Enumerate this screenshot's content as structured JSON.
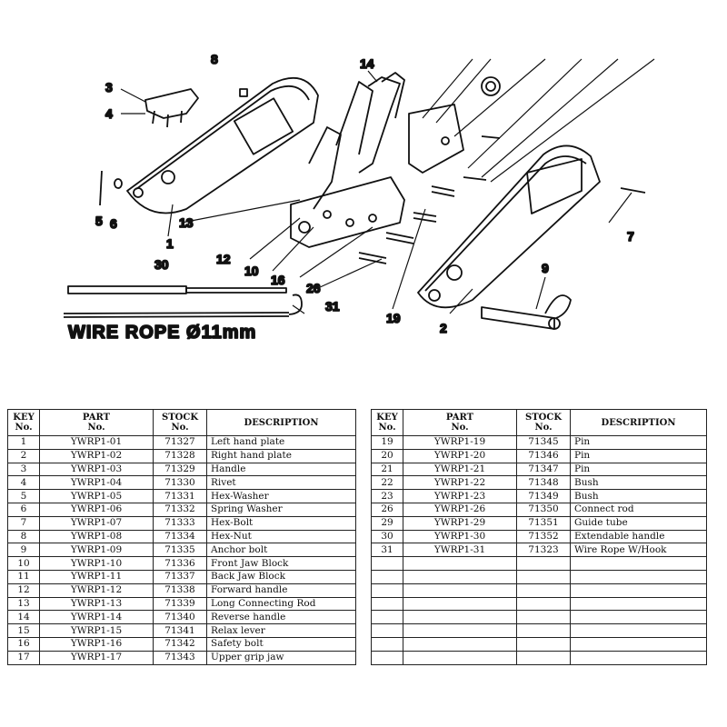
{
  "diagram": {
    "callouts": [
      "1",
      "2",
      "3",
      "4",
      "5",
      "6",
      "7",
      "8",
      "9",
      "10",
      "12",
      "13",
      "14",
      "16",
      "19",
      "26",
      "30",
      "31"
    ],
    "rope_label": "WIRE ROPE  Ø11mm"
  },
  "table": {
    "headers": {
      "key": [
        "KEY",
        "No."
      ],
      "part": [
        "PART",
        "No."
      ],
      "stock": [
        "STOCK",
        "No."
      ],
      "description": "DESCRIPTION"
    },
    "left_rows": [
      {
        "key": "1",
        "part": "YWRP1-01",
        "stock": "71327",
        "desc": "Left hand plate"
      },
      {
        "key": "2",
        "part": "YWRP1-02",
        "stock": "71328",
        "desc": "Right hand plate"
      },
      {
        "key": "3",
        "part": "YWRP1-03",
        "stock": "71329",
        "desc": "Handle"
      },
      {
        "key": "4",
        "part": "YWRP1-04",
        "stock": "71330",
        "desc": "Rivet"
      },
      {
        "key": "5",
        "part": "YWRP1-05",
        "stock": "71331",
        "desc": "Hex-Washer"
      },
      {
        "key": "6",
        "part": "YWRP1-06",
        "stock": "71332",
        "desc": "Spring Washer"
      },
      {
        "key": "7",
        "part": "YWRP1-07",
        "stock": "71333",
        "desc": "Hex-Bolt"
      },
      {
        "key": "8",
        "part": "YWRP1-08",
        "stock": "71334",
        "desc": "Hex-Nut"
      },
      {
        "key": "9",
        "part": "YWRP1-09",
        "stock": "71335",
        "desc": "Anchor bolt"
      },
      {
        "key": "10",
        "part": "YWRP1-10",
        "stock": "71336",
        "desc": "Front Jaw Block"
      },
      {
        "key": "11",
        "part": "YWRP1-11",
        "stock": "71337",
        "desc": "Back Jaw Block"
      },
      {
        "key": "12",
        "part": "YWRP1-12",
        "stock": "71338",
        "desc": "Forward handle"
      },
      {
        "key": "13",
        "part": "YWRP1-13",
        "stock": "71339",
        "desc": "Long Connecting Rod"
      },
      {
        "key": "14",
        "part": "YWRP1-14",
        "stock": "71340",
        "desc": "Reverse handle"
      },
      {
        "key": "15",
        "part": "YWRP1-15",
        "stock": "71341",
        "desc": "Relax lever"
      },
      {
        "key": "16",
        "part": "YWRP1-16",
        "stock": "71342",
        "desc": "Safety bolt"
      },
      {
        "key": "17",
        "part": "YWRP1-17",
        "stock": "71343",
        "desc": "Upper grip jaw"
      }
    ],
    "right_rows": [
      {
        "key": "19",
        "part": "YWRP1-19",
        "stock": "71345",
        "desc": "Pin"
      },
      {
        "key": "20",
        "part": "YWRP1-20",
        "stock": "71346",
        "desc": "Pin"
      },
      {
        "key": "21",
        "part": "YWRP1-21",
        "stock": "71347",
        "desc": "Pin"
      },
      {
        "key": "22",
        "part": "YWRP1-22",
        "stock": "71348",
        "desc": "Bush"
      },
      {
        "key": "23",
        "part": "YWRP1-23",
        "stock": "71349",
        "desc": "Bush"
      },
      {
        "key": "26",
        "part": "YWRP1-26",
        "stock": "71350",
        "desc": "Connect rod"
      },
      {
        "key": "29",
        "part": "YWRP1-29",
        "stock": "71351",
        "desc": "Guide tube"
      },
      {
        "key": "30",
        "part": "YWRP1-30",
        "stock": "71352",
        "desc": "Extendable handle"
      },
      {
        "key": "31",
        "part": "YWRP1-31",
        "stock": "71323",
        "desc": "Wire Rope W/Hook"
      },
      {
        "key": "",
        "part": "",
        "stock": "",
        "desc": ""
      },
      {
        "key": "",
        "part": "",
        "stock": "",
        "desc": ""
      },
      {
        "key": "",
        "part": "",
        "stock": "",
        "desc": ""
      },
      {
        "key": "",
        "part": "",
        "stock": "",
        "desc": ""
      },
      {
        "key": "",
        "part": "",
        "stock": "",
        "desc": ""
      },
      {
        "key": "",
        "part": "",
        "stock": "",
        "desc": ""
      },
      {
        "key": "",
        "part": "",
        "stock": "",
        "desc": ""
      },
      {
        "key": "",
        "part": "",
        "stock": "",
        "desc": ""
      }
    ]
  }
}
